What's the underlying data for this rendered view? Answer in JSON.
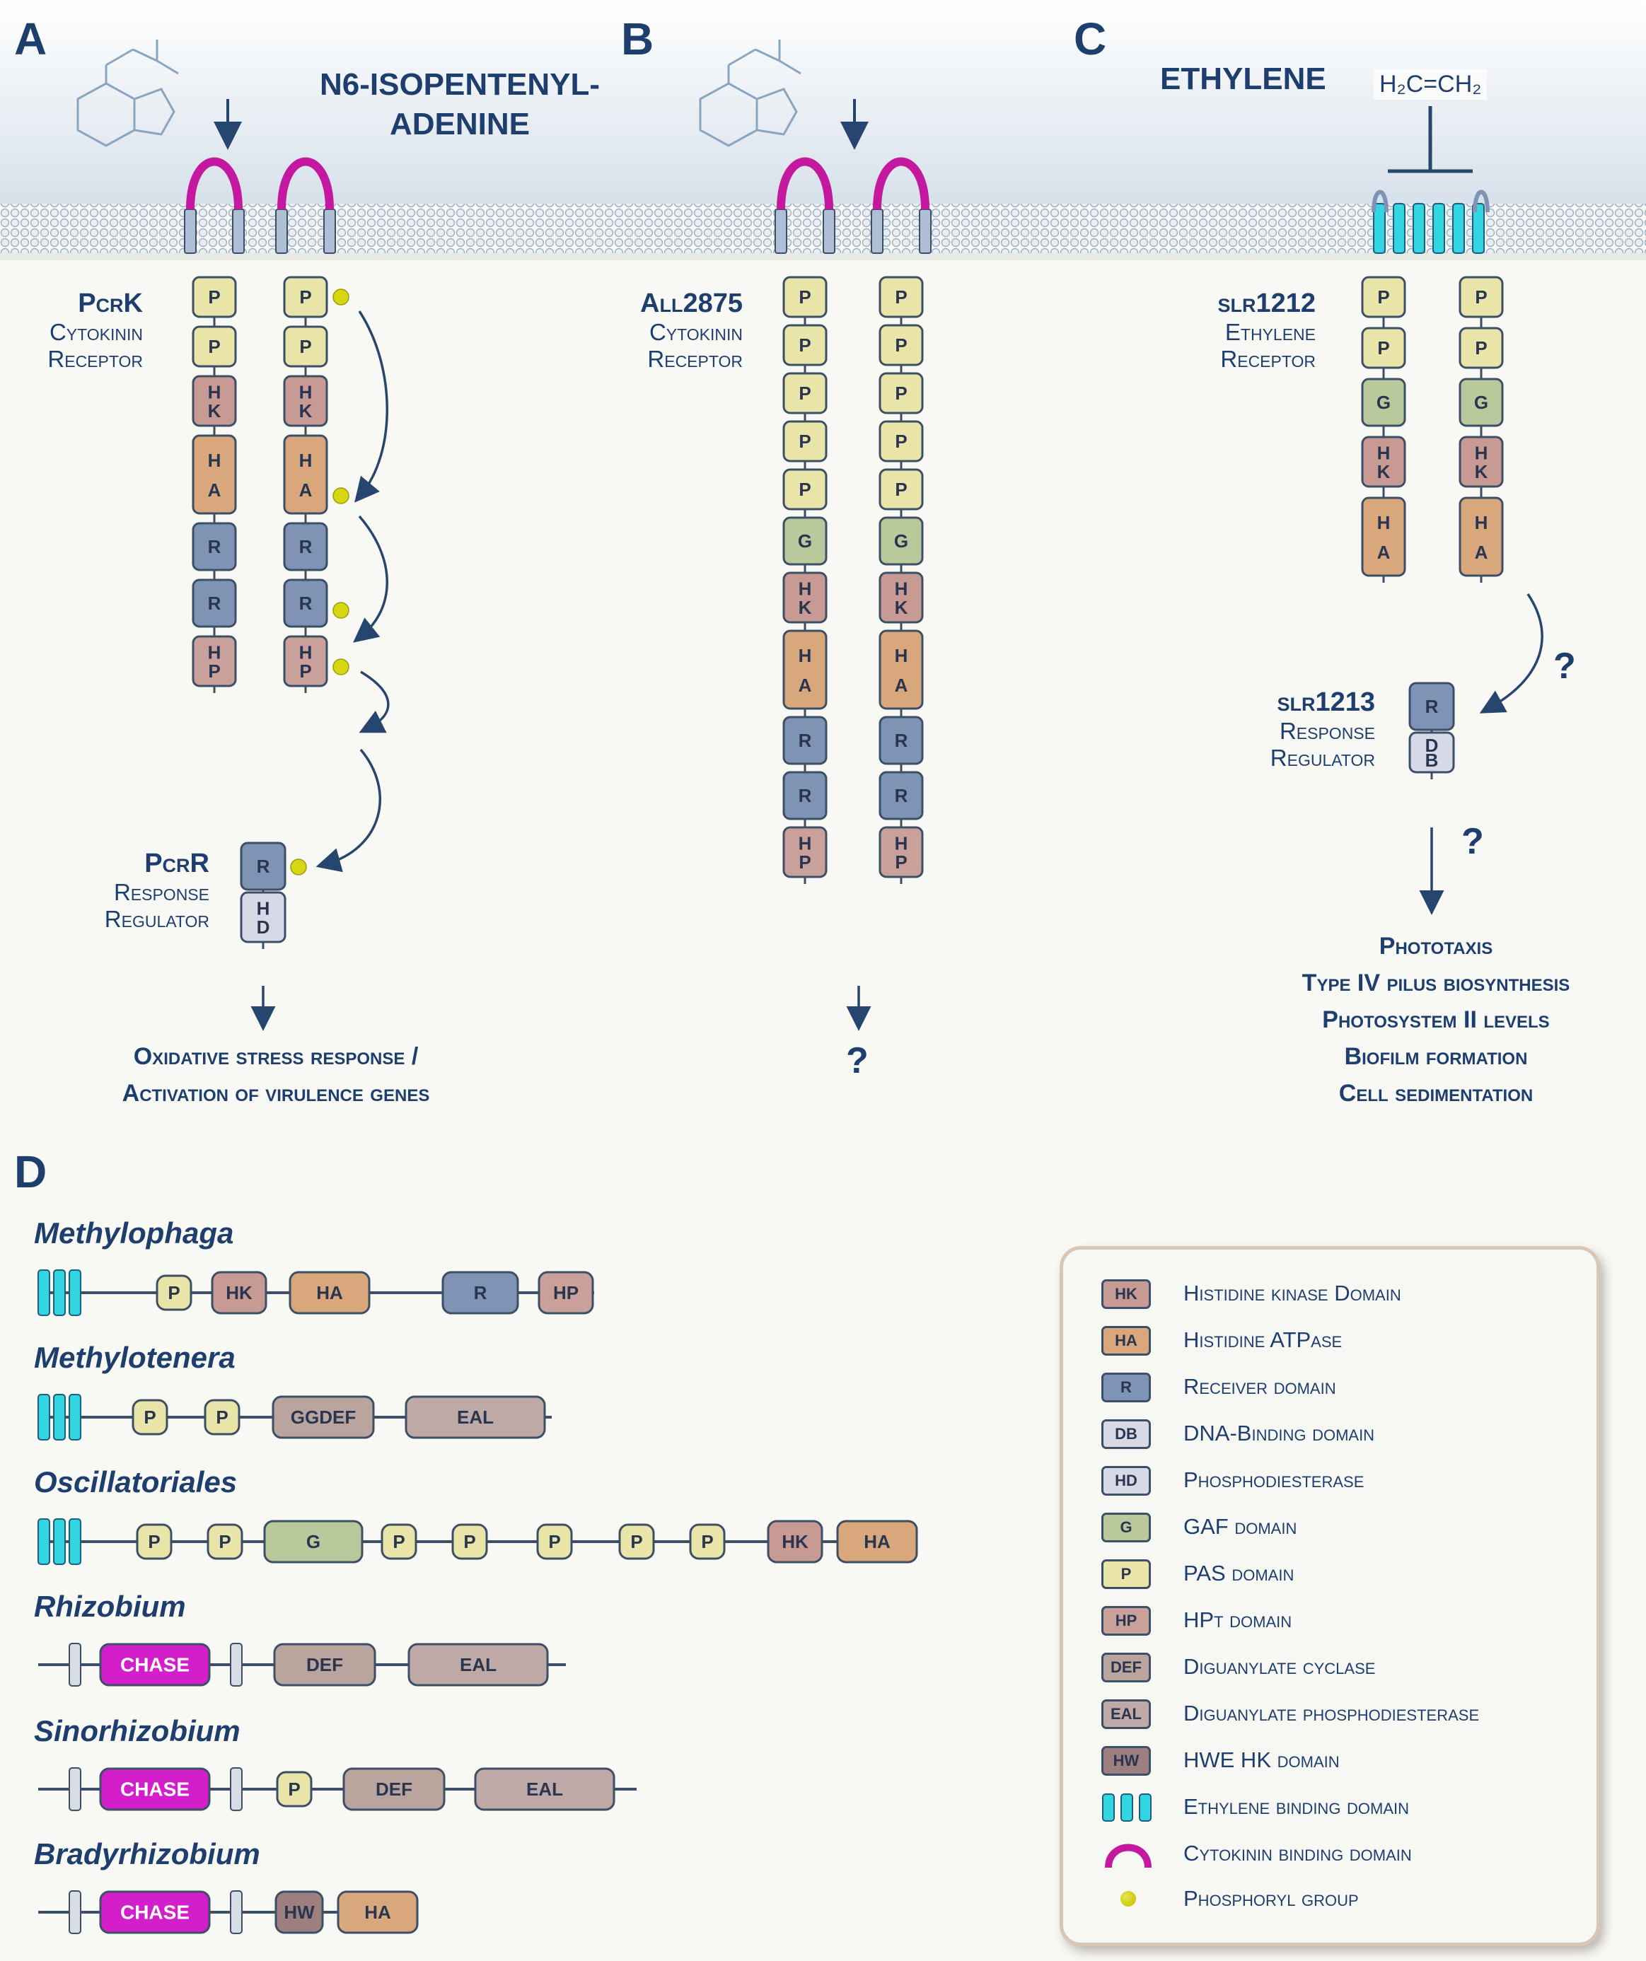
{
  "panels": {
    "a": {
      "label": "A",
      "ligand": "N⁶-ISOPENTENYL-ADENINE",
      "ligand_line1": "N6-ISOPENTENYL-",
      "ligand_line2": "ADENINE",
      "receptor_name": "PcrK",
      "receptor_sub1": "Cytokinin",
      "receptor_sub2": "Receptor",
      "receptor_domains": [
        "P",
        "P",
        "HK",
        "HA",
        "R",
        "R",
        "HP"
      ],
      "regulator_name": "PcrR",
      "regulator_sub1": "Response",
      "regulator_sub2": "Regulator",
      "regulator_domains": [
        "R",
        "HD"
      ],
      "outcome_line1": "Oxidative stress response /",
      "outcome_line2": "Activation of virulence genes"
    },
    "b": {
      "label": "B",
      "receptor_name": "All2875",
      "receptor_sub1": "Cytokinin",
      "receptor_sub2": "Receptor",
      "receptor_domains": [
        "P",
        "P",
        "P",
        "P",
        "P",
        "G",
        "HK",
        "HA",
        "R",
        "R",
        "HP"
      ],
      "outcome": "?"
    },
    "c": {
      "label": "C",
      "ligand": "ETHYLENE",
      "formula": "H₂C=CH₂",
      "receptor_name": "slr1212",
      "receptor_sub1": "Ethylene",
      "receptor_sub2": "Receptor",
      "receptor_domains": [
        "P",
        "P",
        "G",
        "HK",
        "HA"
      ],
      "regulator_name": "slr1213",
      "regulator_sub1": "Response",
      "regulator_sub2": "Regulator",
      "regulator_domains": [
        "R",
        "DB"
      ],
      "question1": "?",
      "question2": "?",
      "outcomes": [
        "Phototaxis",
        "Type IV pilus biosynthesis",
        "Photosystem II levels",
        "Biofilm formation",
        "Cell sedimentation"
      ]
    },
    "d": {
      "label": "D",
      "species": [
        {
          "name": "Methylophaga",
          "domains": [
            "P",
            "HK",
            "HA",
            "R",
            "HP"
          ]
        },
        {
          "name": "Methylotenera",
          "domains": [
            "P",
            "P",
            "GGDEF",
            "EAL"
          ]
        },
        {
          "name": "Oscillatoriales",
          "domains": [
            "P",
            "P",
            "G",
            "P",
            "P",
            "P",
            "P",
            "P",
            "HK",
            "HA"
          ]
        },
        {
          "name": "Rhizobium",
          "domains": [
            "CHASE",
            "DEF",
            "EAL"
          ]
        },
        {
          "name": "Sinorhizobium",
          "domains": [
            "CHASE",
            "P",
            "DEF",
            "EAL"
          ]
        },
        {
          "name": "Bradyrhizobium",
          "domains": [
            "CHASE",
            "HW",
            "HA"
          ]
        }
      ]
    }
  },
  "legend": [
    {
      "abbr": "HK",
      "text": "Histidine kinase Domain"
    },
    {
      "abbr": "HA",
      "text": "Histidine ATPase"
    },
    {
      "abbr": "R",
      "text": "Receiver domain"
    },
    {
      "abbr": "DB",
      "text": "DNA-Binding domain"
    },
    {
      "abbr": "HD",
      "text": "Phosphodiesterase"
    },
    {
      "abbr": "G",
      "text": "GAF domain"
    },
    {
      "abbr": "P",
      "text": "PAS domain"
    },
    {
      "abbr": "HP",
      "text": "HPt domain"
    },
    {
      "abbr": "DEF",
      "text": "Diguanylate cyclase"
    },
    {
      "abbr": "EAL",
      "text": "Diguanylate phosphodiesterase"
    },
    {
      "abbr": "HW",
      "text": "HWE HK domain"
    },
    {
      "abbr": "",
      "text": "Ethylene binding domain"
    },
    {
      "abbr": "",
      "text": "Cytokinin binding domain"
    },
    {
      "abbr": "",
      "text": "Phosphoryl group"
    }
  ],
  "colors": {
    "text": "#1e3f6e",
    "P": "#e9e4a8",
    "HK": "#c79a93",
    "HA": "#d8a77c",
    "R": "#7f93b5",
    "HP": "#c9a09a",
    "G": "#b9c99b",
    "HD": "#d8d9e6",
    "DB": "#d8d9e6",
    "GGDEF": "#b9a59e",
    "DEF": "#b9a59e",
    "EAL": "#bfa9a6",
    "HW": "#9e7f80",
    "CHASE": "#d21fc9",
    "ethylene": "#31d6e0",
    "cytokinin": "#c4189e",
    "phosphoryl": "#d7d613",
    "membrane": "#c8d4de"
  }
}
